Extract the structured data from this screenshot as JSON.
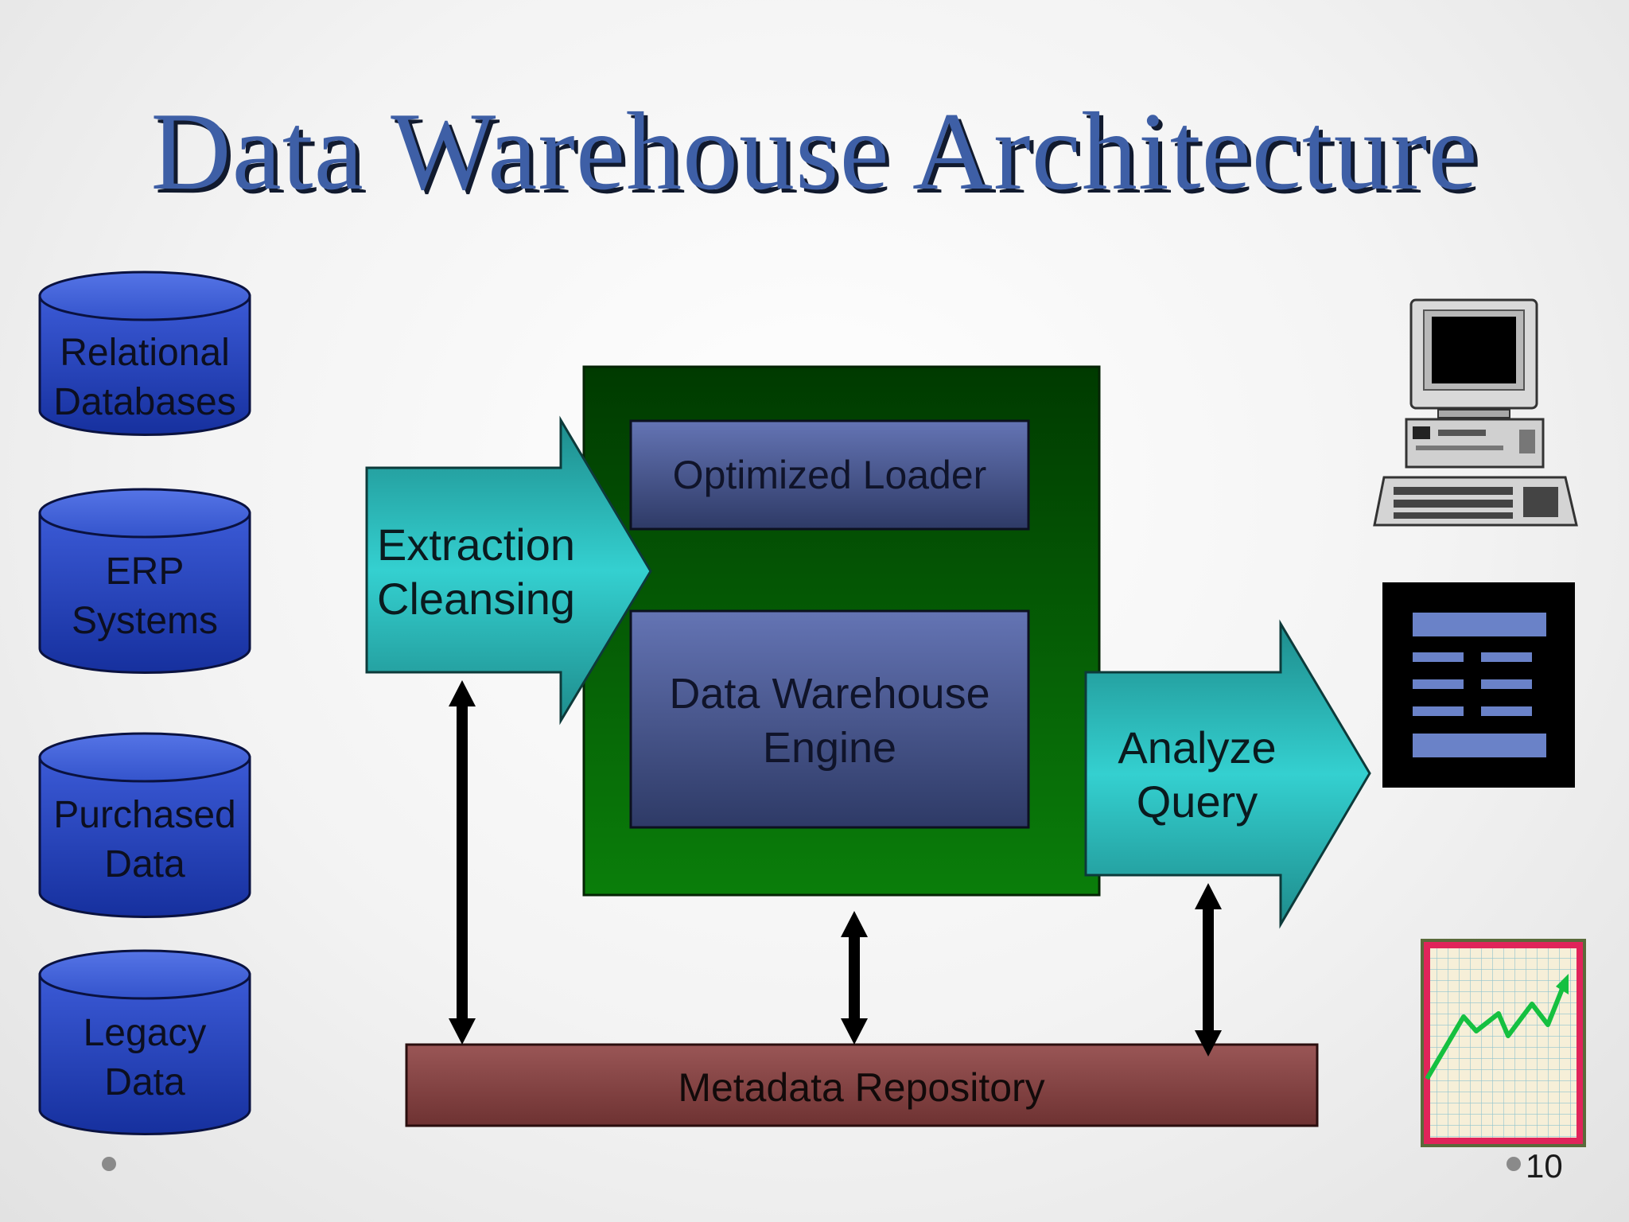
{
  "title": "Data Warehouse Architecture",
  "sources": [
    {
      "line1": "Relational",
      "line2": "Databases"
    },
    {
      "line1": "ERP",
      "line2": "Systems"
    },
    {
      "line1": "Purchased",
      "line2": "Data"
    },
    {
      "line1": "Legacy",
      "line2": "Data"
    }
  ],
  "extraction": {
    "line1": "Extraction",
    "line2": "Cleansing"
  },
  "loader": "Optimized Loader",
  "engine": {
    "line1": "Data Warehouse",
    "line2": "Engine"
  },
  "analyze": {
    "line1": "Analyze",
    "line2": "Query"
  },
  "metadata": "Metadata Repository",
  "page_number": "10",
  "icons": [
    "computer-icon",
    "report-icon",
    "line-chart-icon"
  ],
  "colors": {
    "title": "#3e5fa6",
    "cylinder": "#1d39b0",
    "warehouse_frame": "#0a6b0a",
    "inner_box": "#4a5a96",
    "arrow": "#2ec6c6",
    "metadata": "#8a4a4a"
  }
}
